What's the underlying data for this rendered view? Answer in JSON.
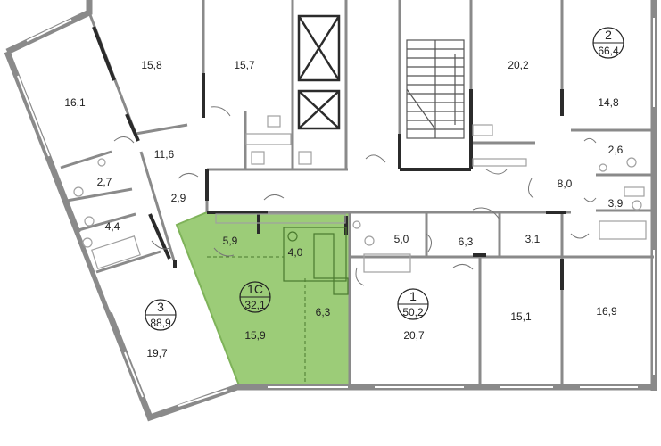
{
  "colors": {
    "wall": "#8a8a8a",
    "wall_dark": "#2b2b2b",
    "highlight": "#9ccc78",
    "highlight_stroke": "#7fb35a",
    "fixture": "#a0a0a0",
    "background": "#ffffff"
  },
  "apartments": [
    {
      "number": "1C",
      "area": "32,1",
      "highlighted": true
    },
    {
      "number": "1",
      "area": "50,2",
      "highlighted": false
    },
    {
      "number": "2",
      "area": "66,4",
      "highlighted": false
    },
    {
      "number": "3",
      "area": "88,9",
      "highlighted": false
    }
  ],
  "rooms": {
    "r15_8": "15,8",
    "r16_1": "16,1",
    "r15_7": "15,7",
    "r20_2": "20,2",
    "r14_8": "14,8",
    "r11_6": "11,6",
    "r2_7": "2,7",
    "r4_4": "4,4",
    "r2_9": "2,9",
    "r2_6": "2,6",
    "r8_0": "8,0",
    "r3_9": "3,9",
    "r5_9": "5,9",
    "r4_0": "4,0",
    "r5_0": "5,0",
    "r6_3a": "6,3",
    "r3_1": "3,1",
    "r15_9": "15,9",
    "r6_3b": "6,3",
    "r20_7": "20,7",
    "r15_1": "15,1",
    "r16_9": "16,9",
    "r19_7": "19,7"
  }
}
